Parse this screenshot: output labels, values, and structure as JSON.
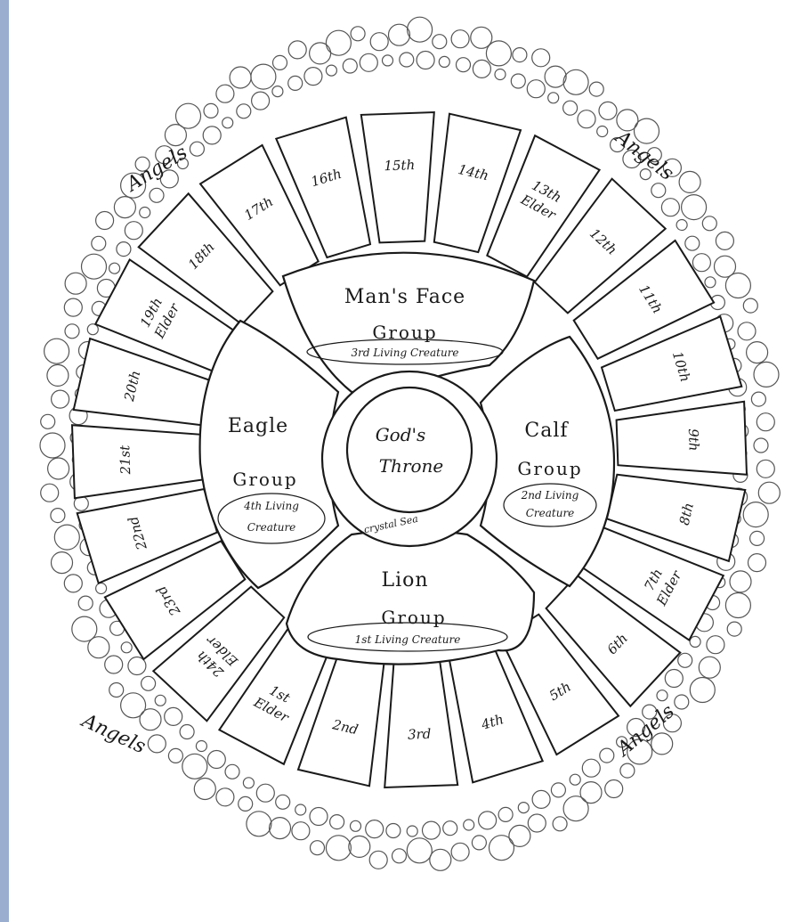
{
  "diagram": {
    "throne": {
      "line1": "God's",
      "line2": "Throne"
    },
    "sea": "crystal Sea",
    "angels": [
      "Angels",
      "Angels",
      "Angels",
      "Angels"
    ],
    "groups": {
      "man": {
        "name": "Man's Face",
        "word": "Group",
        "sub": "3rd Living Creature"
      },
      "calf": {
        "name": "Calf",
        "word": "Group",
        "sub1": "2nd Living",
        "sub2": "Creature"
      },
      "lion": {
        "name": "Lion",
        "word": "Group",
        "sub": "1st Living Creature"
      },
      "eagle": {
        "name": "Eagle",
        "word": "Group",
        "sub1": "4th Living",
        "sub2": "Creature"
      }
    },
    "elders": [
      {
        "line1": "1st",
        "line2": "Elder"
      },
      {
        "line1": "2nd",
        "line2": ""
      },
      {
        "line1": "3rd",
        "line2": ""
      },
      {
        "line1": "4th",
        "line2": ""
      },
      {
        "line1": "5th",
        "line2": ""
      },
      {
        "line1": "6th",
        "line2": ""
      },
      {
        "line1": "7th",
        "line2": "Elder"
      },
      {
        "line1": "8th",
        "line2": ""
      },
      {
        "line1": "9th",
        "line2": ""
      },
      {
        "line1": "10th",
        "line2": ""
      },
      {
        "line1": "11th",
        "line2": ""
      },
      {
        "line1": "12th",
        "line2": ""
      },
      {
        "line1": "13th",
        "line2": "Elder"
      },
      {
        "line1": "14th",
        "line2": ""
      },
      {
        "line1": "15th",
        "line2": ""
      },
      {
        "line1": "16th",
        "line2": ""
      },
      {
        "line1": "17th",
        "line2": ""
      },
      {
        "line1": "18th",
        "line2": ""
      },
      {
        "line1": "19th",
        "line2": "Elder"
      },
      {
        "line1": "20th",
        "line2": ""
      },
      {
        "line1": "21st",
        "line2": ""
      },
      {
        "line1": "22nd",
        "line2": ""
      },
      {
        "line1": "23rd",
        "line2": ""
      },
      {
        "line1": "24th",
        "line2": "Elder"
      }
    ]
  }
}
